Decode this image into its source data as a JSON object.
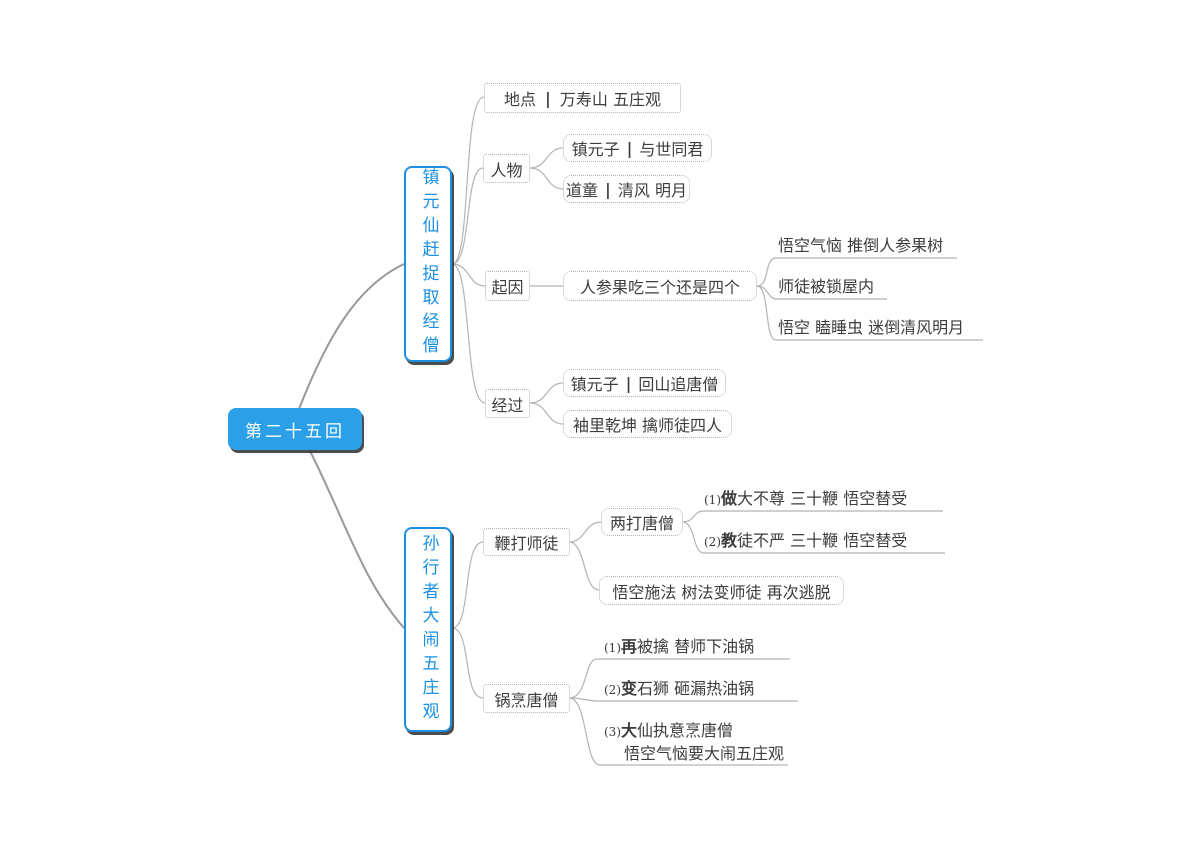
{
  "colors": {
    "accent": "#2ba0e8",
    "branch": "#1b90e2",
    "connector": "#999999",
    "line": "#b3b3b3",
    "text": "#3d3d3d"
  },
  "root": {
    "label": "第二十五回"
  },
  "branches": [
    {
      "label": "镇元仙赶捉取经僧",
      "children": [
        {
          "key": "地点",
          "sep": "|",
          "value": "万寿山 五庄观"
        },
        {
          "label": "人物",
          "children": [
            {
              "key": "镇元子",
              "sep": "|",
              "value": "与世同君"
            },
            {
              "key": "道童",
              "sep": "|",
              "value": "清风 明月"
            }
          ]
        },
        {
          "label": "起因",
          "children": [
            {
              "label": "人参果吃三个还是四个",
              "children": [
                {
                  "label": "悟空气恼 推倒人参果树"
                },
                {
                  "label": "师徒被锁屋内"
                },
                {
                  "label": "悟空 瞌睡虫 迷倒清风明月"
                }
              ]
            }
          ]
        },
        {
          "label": "经过",
          "children": [
            {
              "key": "镇元子",
              "sep": "|",
              "value": "回山追唐僧"
            },
            {
              "label": "袖里乾坤 擒师徒四人"
            }
          ]
        }
      ]
    },
    {
      "label": "孙行者大闹五庄观",
      "children": [
        {
          "label": "鞭打师徒",
          "children": [
            {
              "label": "两打唐僧",
              "children": [
                {
                  "num": "(1)",
                  "bold": "做",
                  "rest": "大不尊 三十鞭 悟空替受"
                },
                {
                  "num": "(2)",
                  "bold": "教",
                  "rest": "徒不严 三十鞭 悟空替受"
                }
              ]
            },
            {
              "label": "悟空施法 树法变师徒 再次逃脱"
            }
          ]
        },
        {
          "label": "锅烹唐僧",
          "children": [
            {
              "num": "(1)",
              "bold": "再",
              "rest": "被擒 替师下油锅"
            },
            {
              "num": "(2)",
              "bold": "变",
              "rest": "石狮 砸漏热油锅"
            },
            {
              "num": "(3)",
              "bold": "大",
              "rest": "仙执意烹唐僧",
              "line2": "悟空气恼要大闹五庄观"
            }
          ]
        }
      ]
    }
  ]
}
